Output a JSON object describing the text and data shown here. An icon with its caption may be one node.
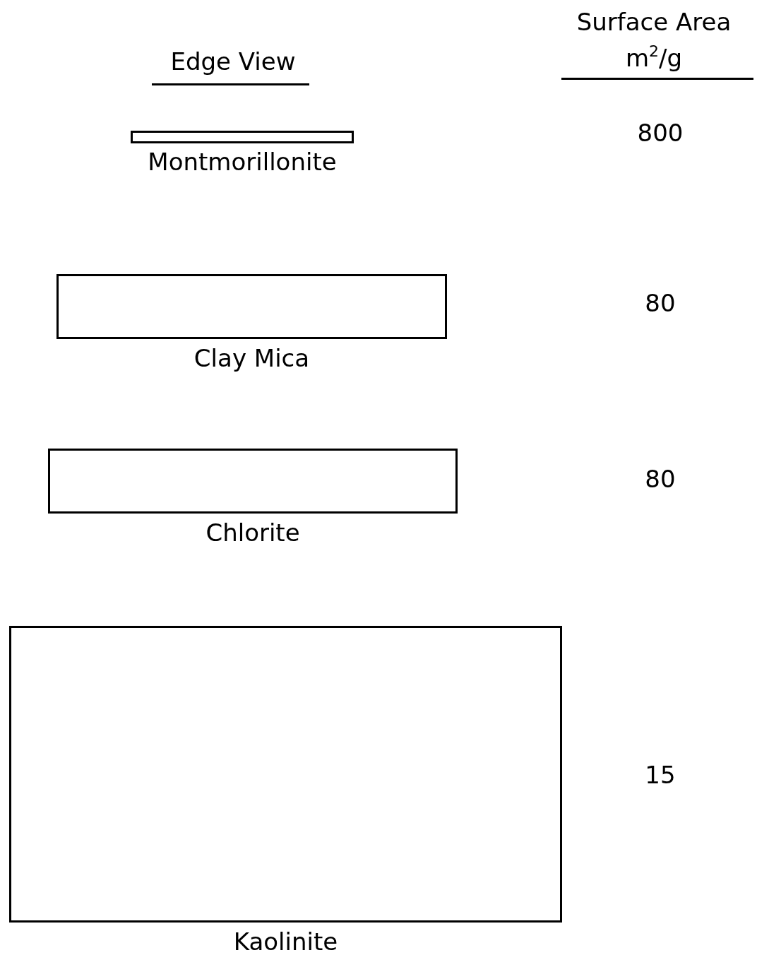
{
  "diagram": {
    "nodes": [
      {
        "text": [
          "Montmorillonite"
        ]
      },
      {
        "text": [
          "Clay Mica"
        ]
      },
      {
        "text": [
          "Chlorite"
        ]
      },
      {
        "text": [
          "Kaolinite"
        ]
      }
    ],
    "labels": [
      "Surface Area m$^{2}$/g",
      "Edge View",
      "800",
      "80",
      "80",
      "15"
    ]
  }
}
